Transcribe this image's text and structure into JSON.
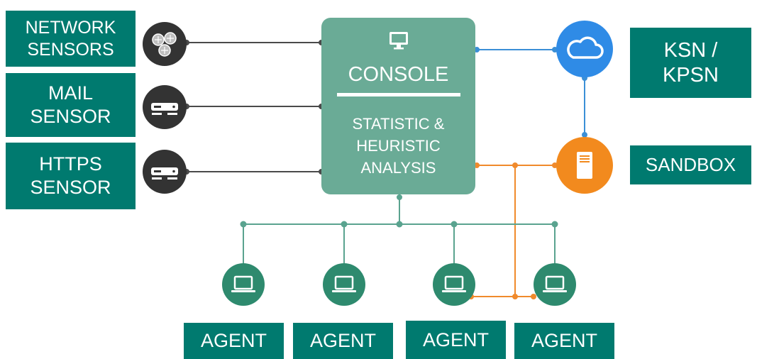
{
  "sensors": [
    {
      "line1": "NETWORK",
      "line2": "SENSORS",
      "icon": "network-sensors-icon"
    },
    {
      "line1": "MAIL",
      "line2": "SENSOR",
      "icon": "server-icon"
    },
    {
      "line1": "HTTPS",
      "line2": "SENSOR",
      "icon": "server-icon"
    }
  ],
  "console": {
    "title": "CONSOLE",
    "desc_line1": "STATISTIC &",
    "desc_line2": "HEURISTIC",
    "desc_line3": "ANALYSIS",
    "icon": "monitor-icon"
  },
  "cloud": {
    "line1": "KSN /",
    "line2": "KPSN",
    "icon": "cloud-icon"
  },
  "sandbox": {
    "label": "SANDBOX",
    "icon": "server-tower-icon"
  },
  "agents": [
    {
      "label": "AGENT",
      "icon": "laptop-icon"
    },
    {
      "label": "AGENT",
      "icon": "laptop-icon"
    },
    {
      "label": "AGENT",
      "icon": "laptop-icon"
    },
    {
      "label": "AGENT",
      "icon": "laptop-icon"
    }
  ],
  "colors": {
    "label_box": "#007a6f",
    "console": "#6aab96",
    "sensor_icon": "#333333",
    "cloud_line": "#3b8fd6",
    "sandbox_line": "#f08a2c",
    "agent_line": "#5aa38f"
  }
}
